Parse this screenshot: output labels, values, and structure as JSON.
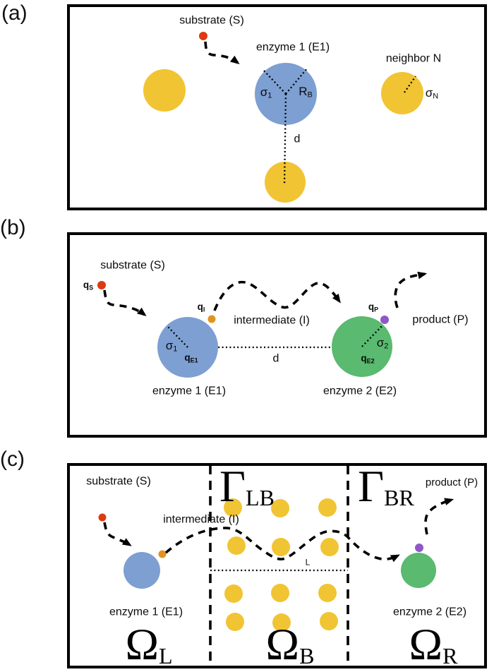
{
  "colors": {
    "enzyme1_blue": "#7D9FD2",
    "enzyme2_green": "#59BA70",
    "crowder_yellow": "#F1C433",
    "substrate_red": "#DC3B0F",
    "intermediate_orange": "#E0941F",
    "product_purple": "#8F58C6",
    "line_black": "#000000"
  },
  "panel_a": {
    "tag": "(a)",
    "substrate_label": "substrate (S)",
    "enzyme1_label": "enzyme 1 (E1)",
    "neighbor_label": "neighbor N",
    "sigma1": {
      "base": "σ",
      "sub": "1"
    },
    "rb": {
      "base": "R",
      "sub": "B"
    },
    "sigmaN": {
      "base": "σ",
      "sub": "N"
    },
    "d_label": "d"
  },
  "panel_b": {
    "tag": "(b)",
    "substrate_label": "substrate (S)",
    "intermediate_label": "intermediate (I)",
    "product_label": "product (P)",
    "enzyme1_label": "enzyme 1 (E1)",
    "enzyme2_label": "enzyme 2 (E2)",
    "d_label": "d",
    "sigma1": {
      "base": "σ",
      "sub": "1"
    },
    "sigma2": {
      "base": "σ",
      "sub": "2"
    },
    "q_s": {
      "base": "q",
      "sub": "S"
    },
    "q_i": {
      "base": "q",
      "sub": "I"
    },
    "q_p": {
      "base": "q",
      "sub": "P"
    },
    "q_e1": {
      "base": "q",
      "sub": "E1"
    },
    "q_e2": {
      "base": "q",
      "sub": "E2"
    }
  },
  "panel_c": {
    "tag": "(c)",
    "substrate_label": "substrate (S)",
    "intermediate_label": "intermediate (I)",
    "product_label": "product (P)",
    "enzyme1_label": "enzyme 1 (E1)",
    "enzyme2_label": "enzyme 2 (E2)",
    "gamma_lb": {
      "base": "Γ",
      "sub": "LB"
    },
    "gamma_br": {
      "base": "Γ",
      "sub": "BR"
    },
    "omega_l": {
      "base": "Ω",
      "sub": "L"
    },
    "omega_b": {
      "base": "Ω",
      "sub": "B"
    },
    "omega_r": {
      "base": "Ω",
      "sub": "R"
    },
    "length_label": "L"
  }
}
